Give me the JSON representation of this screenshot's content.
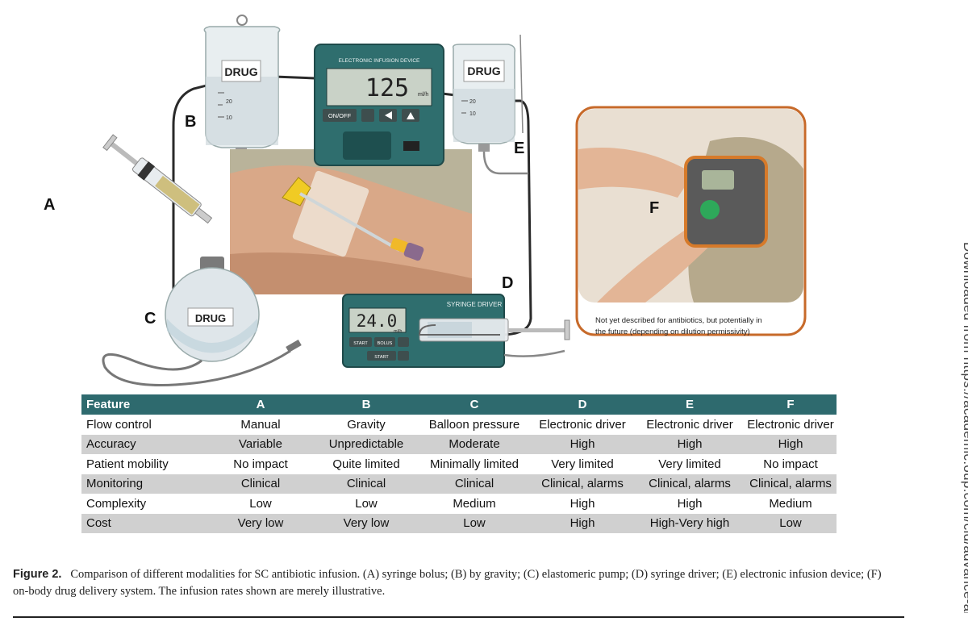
{
  "figure": {
    "labels": {
      "a": "A",
      "b": "B",
      "c": "C",
      "d": "D",
      "e": "E",
      "f": "F"
    },
    "bag_b_label": "DRUG",
    "bag_b_ticks": [
      "20",
      "10"
    ],
    "bag_e_label": "DRUG",
    "bag_e_ticks": [
      "20",
      "10"
    ],
    "balloon_label": "DRUG",
    "infusion_device": {
      "title": "ELECTRONIC INFUSION DEVICE",
      "rate": "125",
      "unit": "ml/h",
      "onoff_label": "ON/OFF"
    },
    "syringe_driver": {
      "title": "SYRINGE DRIVER",
      "rate": "24.0",
      "unit": "ml/h",
      "start_label": "START",
      "bolus_label": "BOLUS",
      "start2_label": "START"
    },
    "onbody_note": "Not yet described for antibiotics, but potentially in the future (depending on dilution permissivity)",
    "side_note": "Downloaded from https://academic.oup.com/cid/advance-article"
  },
  "table": {
    "headers": [
      "Feature",
      "A",
      "B",
      "C",
      "D",
      "E",
      "F"
    ],
    "rows": [
      [
        "Flow control",
        "Manual",
        "Gravity",
        "Balloon pressure",
        "Electronic driver",
        "Electronic driver",
        "Electronic driver"
      ],
      [
        "Accuracy",
        "Variable",
        "Unpredictable",
        "Moderate",
        "High",
        "High",
        "High"
      ],
      [
        "Patient mobility",
        "No impact",
        "Quite limited",
        "Minimally limited",
        "Very limited",
        "Very limited",
        "No impact"
      ],
      [
        "Monitoring",
        "Clinical",
        "Clinical",
        "Clinical",
        "Clinical, alarms",
        "Clinical, alarms",
        "Clinical, alarms"
      ],
      [
        "Complexity",
        "Low",
        "Low",
        "Medium",
        "High",
        "High",
        "Medium"
      ],
      [
        "Cost",
        "Very low",
        "Very low",
        "Low",
        "High",
        "High-Very high",
        "Low"
      ]
    ]
  },
  "caption": {
    "label": "Figure 2.",
    "text": "Comparison of different modalities for SC antibiotic infusion. (A) syringe bolus; (B) by gravity; (C) elastomeric pump; (D) syringe driver; (E) electronic infusion device; (F) on-body drug delivery system. The infusion rates shown are merely illustrative."
  }
}
